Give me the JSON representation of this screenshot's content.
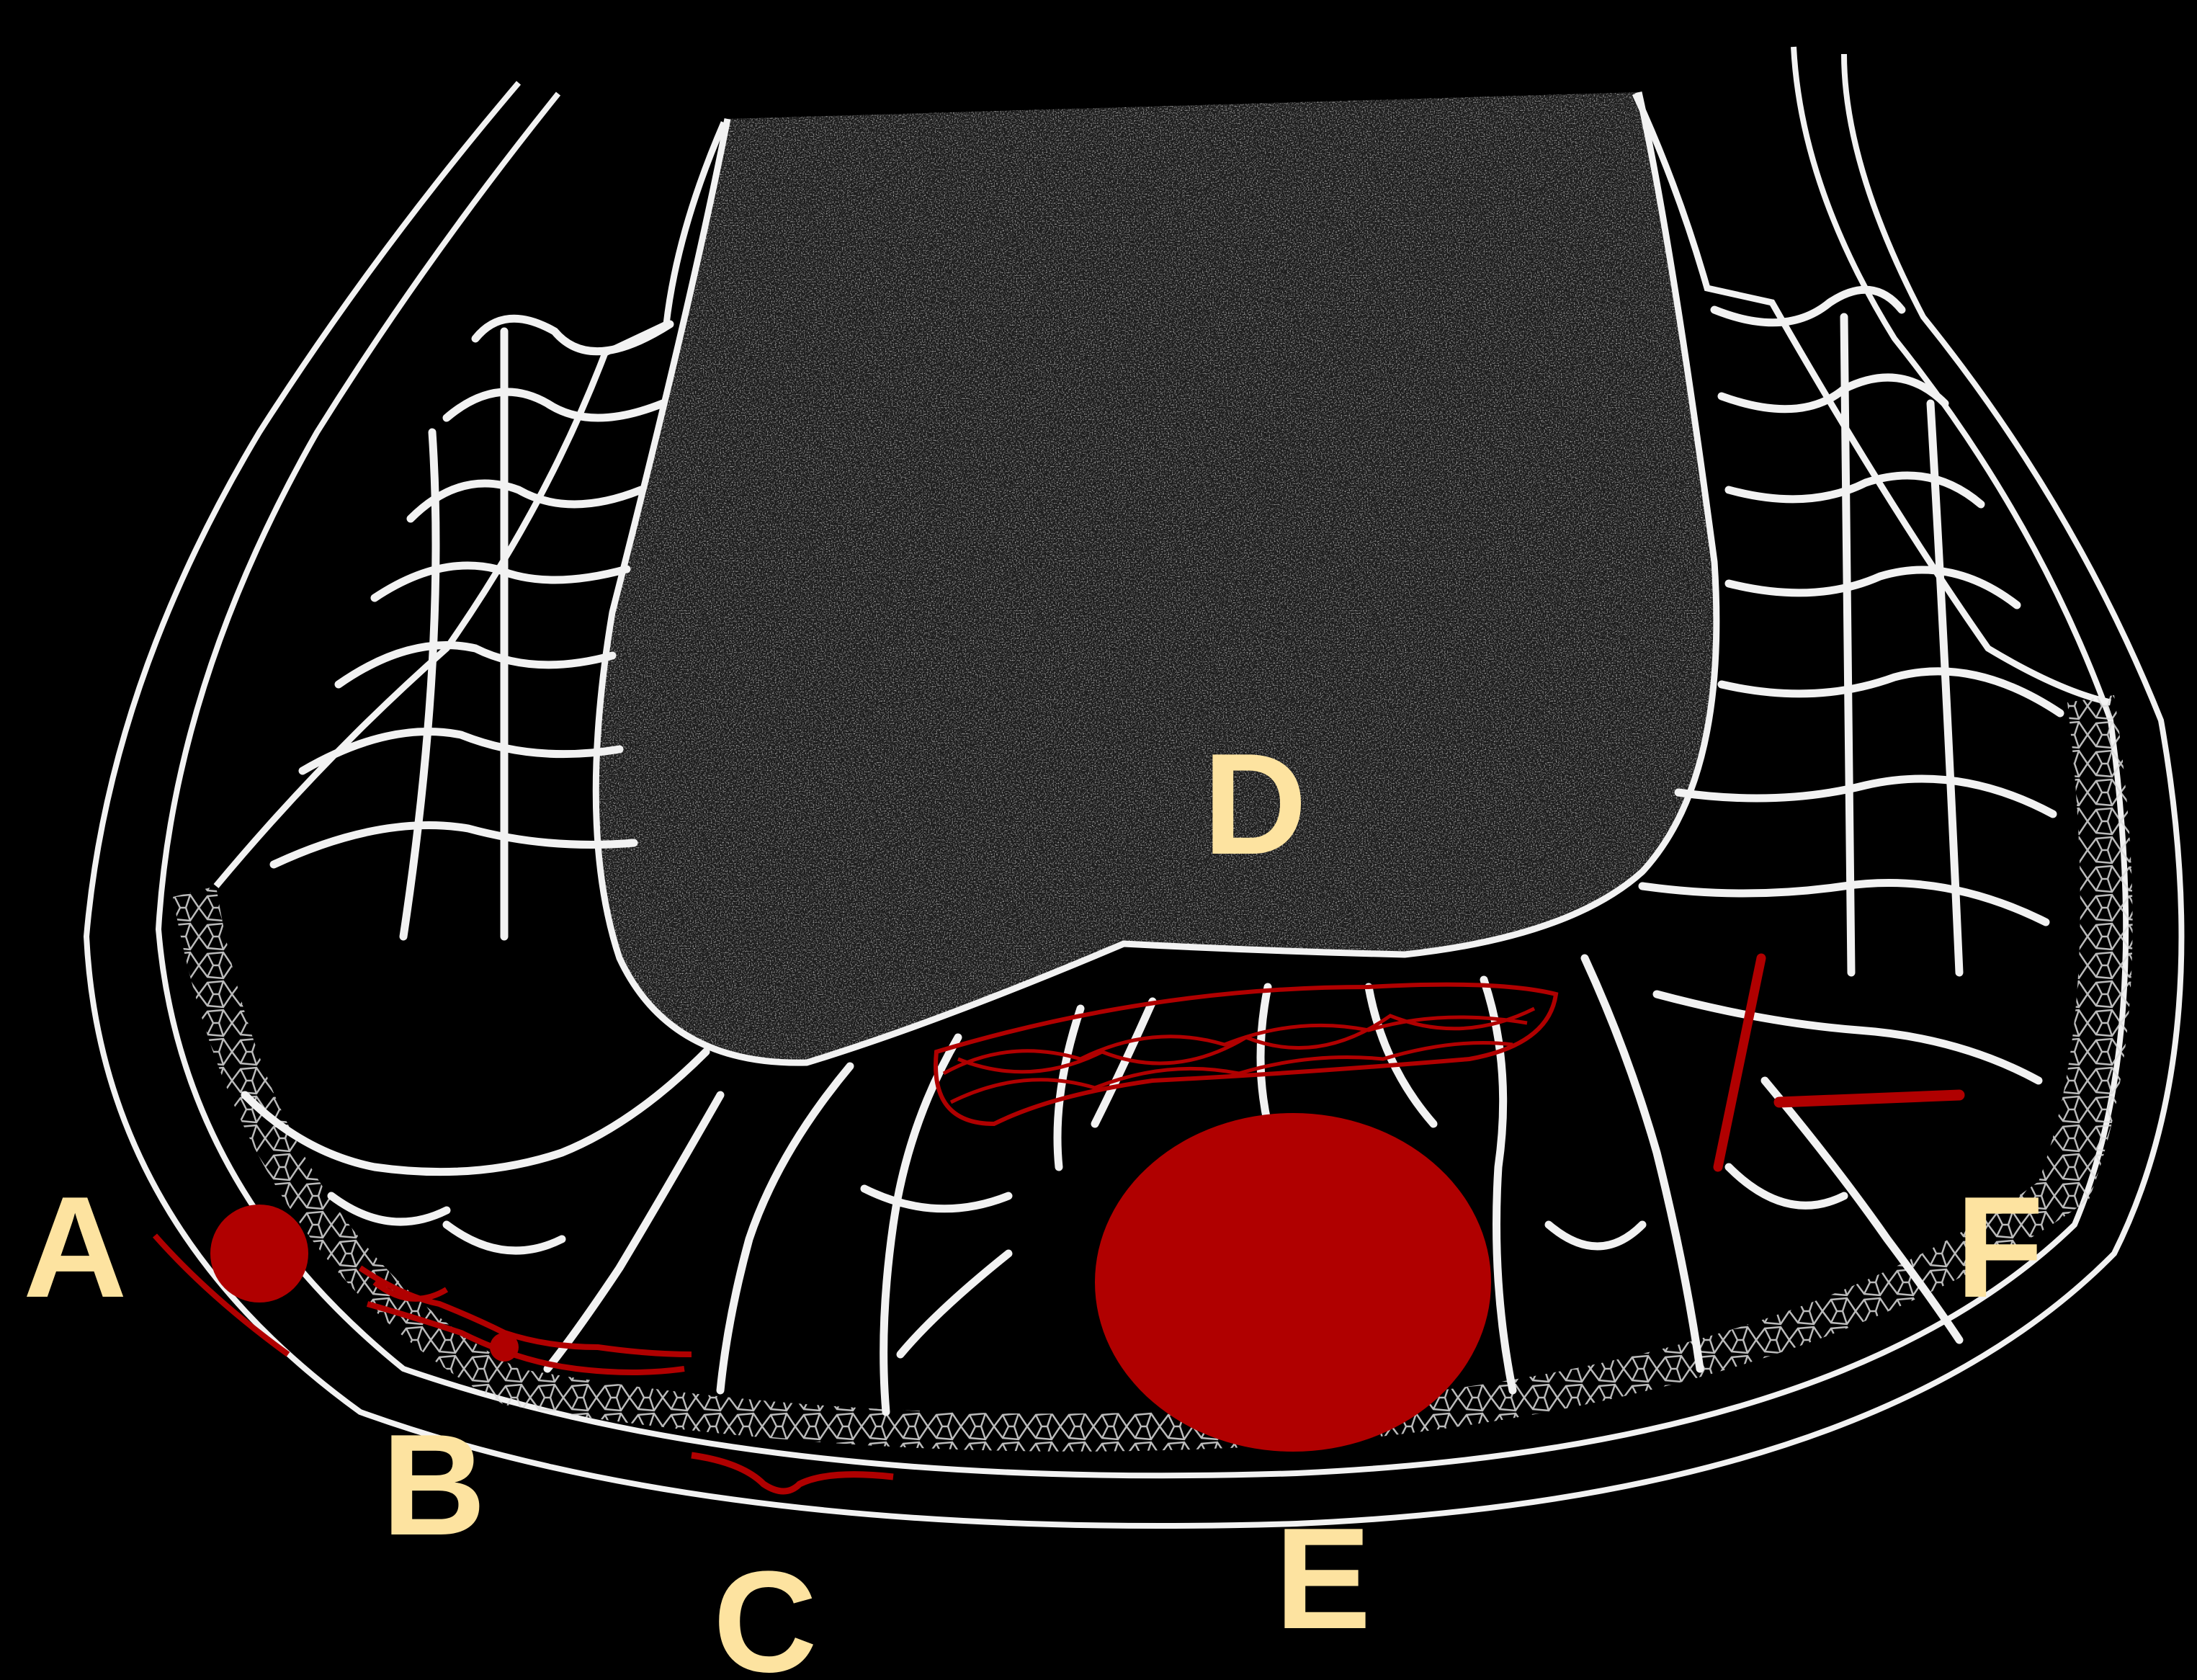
{
  "figure": {
    "background_color": "#000000",
    "outline_color": "#f2f2f2",
    "lesion_color": "#b00000",
    "label_color": "#fde3a0",
    "labels": {
      "A": "A",
      "B": "B",
      "C": "C",
      "D": "D",
      "E": "E",
      "F": "F"
    }
  }
}
